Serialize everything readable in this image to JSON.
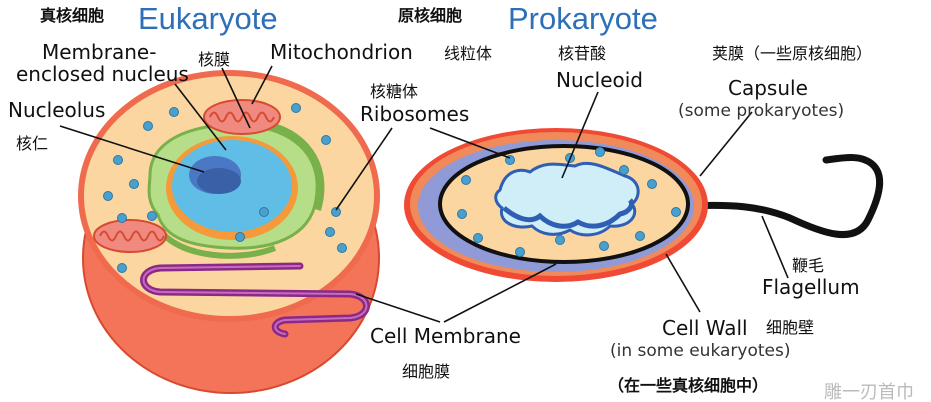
{
  "eukaryote": {
    "title_zh": "真核细胞",
    "title_en": "Eukaryote",
    "membrane_nucleus_line1": "Membrane-",
    "membrane_nucleus_line2": "enclosed nucleus",
    "nuclear_membrane_zh": "核膜",
    "mitochondrion_en": "Mitochondrion",
    "mitochondrion_zh": "线粒体",
    "nucleolus_en": "Nucleolus",
    "nucleolus_zh": "核仁"
  },
  "prokaryote": {
    "title_zh": "原核细胞",
    "title_en": "Prokaryote",
    "nucleoid_zh": "核苷酸",
    "nucleoid_en": "Nucleoid",
    "capsule_zh": "荚膜（一些原核细胞）",
    "capsule_en": "Capsule",
    "capsule_note": "(some prokaryotes)",
    "flagellum_zh": "鞭毛",
    "flagellum_en": "Flagellum",
    "cell_wall_en": "Cell Wall",
    "cell_wall_zh": "细胞壁",
    "cell_wall_note": "(in some eukaryotes)",
    "cell_wall_note_zh": "（在一些真核细胞中）"
  },
  "shared": {
    "ribosomes_zh": "核糖体",
    "ribosomes_en": "Ribosomes",
    "cell_membrane_en": "Cell Membrane",
    "cell_membrane_zh": "细胞膜"
  },
  "watermark": "雕一刃首巾",
  "colors": {
    "title_blue": "#2d6fb8",
    "cell_outer_red": "#f06a4e",
    "cytoplasm": "#fbd6a0",
    "nucleus_blue": "#5fbde6",
    "nucleolus": "#4a78c4",
    "er_green": "#9ccf6a",
    "mitochondria_red": "#f08a80",
    "ribosome_blue": "#4aa0cc",
    "golgi_purple": "#8a2a86",
    "capsule_red": "#f04a35",
    "cell_wall_periwinkle": "#8f9ad6",
    "nucleoid_blue": "#2f5fb4"
  }
}
